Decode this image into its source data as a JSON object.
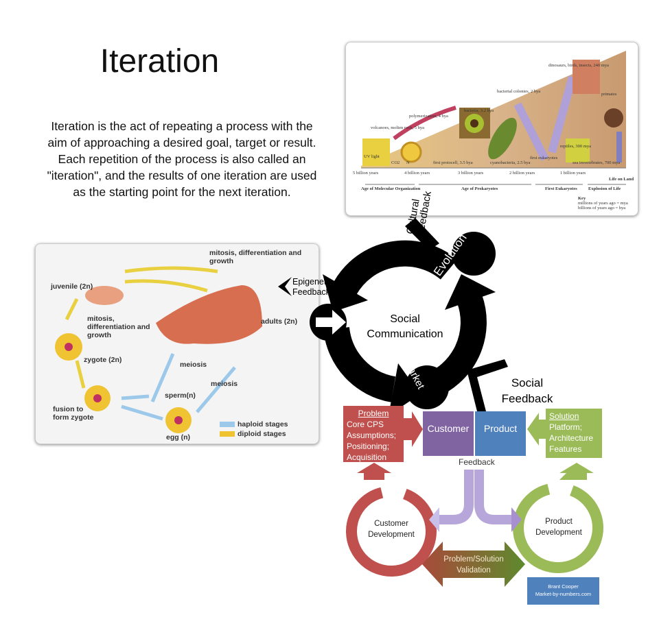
{
  "slide": {
    "title": "Iteration",
    "intro_lines": [
      "Iteration is the act of repeating a process with the",
      "aim of approaching a desired goal, target or result.",
      "Each repetition of the process is also called an",
      "\"iteration\", and the results of one iteration are used",
      "as the starting point for the next iteration."
    ]
  },
  "evolution_image": {
    "annotations": [
      "dinosaurs, birds, insects, 240 mya",
      "bacterial colonies, 2 bya",
      "bacteria, 3.2 bya",
      "polymerization, 4 bya",
      "volcanoes, molten rock, 5 bya",
      "UV light",
      "CO2",
      "N",
      "first protocell, 3.5 bya",
      "cyanobacteria, 2.5 bya",
      "first eukaryotes",
      "sea invertebrates, 700 mya",
      "reptiles, 300 mya",
      "primates",
      "Life on Land"
    ],
    "timeline": [
      "5 billion years",
      "4 billion years",
      "3 billion years",
      "2 billion years",
      "1 billion years"
    ],
    "ages": [
      "Age of Molecular Organization",
      "Age of Prokaryotes",
      "First Eukaryotes",
      "Explosion of Life"
    ],
    "key": [
      "Key",
      "millions of years ago = mya",
      "billions of years ago = bya"
    ]
  },
  "life_cycle_image": {
    "labels": {
      "mitosis_top": "mitosis, differentiation and growth",
      "juvenile": "juvenile (2n)",
      "mitosis_left": "mitosis, differentiation and growth",
      "zygote": "zygote (2n)",
      "adults": "adults (2n)",
      "meiosis1": "meiosis",
      "meiosis2": "meiosis",
      "sperm": "sperm(n)",
      "fusion": "fusion to form zygote",
      "egg": "egg (n)"
    },
    "legend": [
      {
        "label": "haploid stages",
        "color": "#9cc8ea"
      },
      {
        "label": "diploid stages",
        "color": "#efc332"
      }
    ]
  },
  "cycle": {
    "center": "Social Communication",
    "cultural_feedback": "Cultural Feedback",
    "evolution": "Evolution",
    "epigenetic_feedback": "Epigenetic Feedback",
    "market": "Market",
    "social_feedback": "Social Feedback"
  },
  "lean_diagram": {
    "problem": {
      "heading": "Problem",
      "lines": [
        "Core CPS",
        "Assumptions;",
        "Positioning;",
        "Acquisition"
      ],
      "color": "#c0504d"
    },
    "customer": {
      "label": "Customer",
      "color": "#8064a2"
    },
    "product": {
      "label": "Product",
      "color": "#4f81bd"
    },
    "solution": {
      "heading": "Solution",
      "lines": [
        "Platform;",
        "Architecture",
        "Features"
      ],
      "color": "#9bbb59"
    },
    "feedback": "Feedback",
    "customer_development": "Customer Development",
    "product_development": "Product Development",
    "validation": "Problem/Solution Validation",
    "credit": [
      "Brant Cooper",
      "Market-by-numbers.com"
    ]
  }
}
